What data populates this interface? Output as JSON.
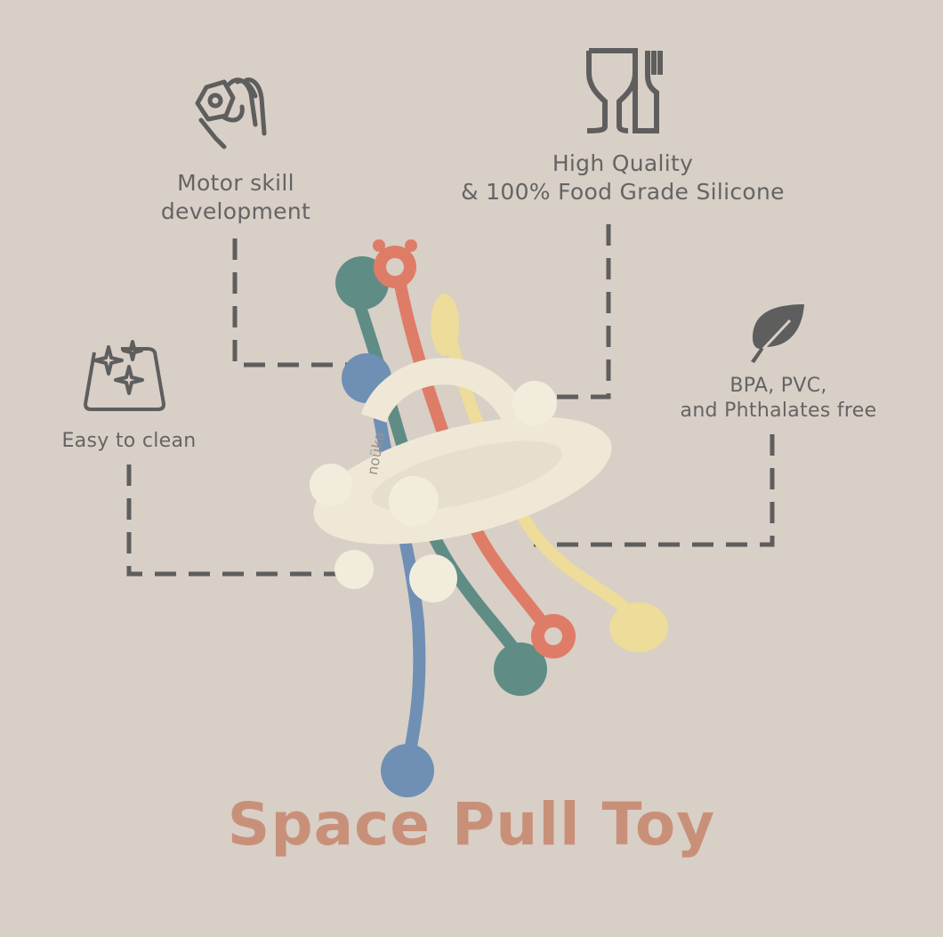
{
  "features": {
    "motor": {
      "label_line1": "Motor skill",
      "label_line2": "development",
      "icon": "hand-grip-icon"
    },
    "quality": {
      "label_line1": "High Quality",
      "label_line2": "& 100% Food Grade Silicone",
      "icon": "food-safe-glass-fork-icon"
    },
    "clean": {
      "label": "Easy to clean",
      "icon": "sparkle-clean-icon"
    },
    "bpa": {
      "label_line1": "BPA, PVC,",
      "label_line2": "and Phthalates free",
      "icon": "leaf-icon"
    }
  },
  "product": {
    "title": "Space Pull Toy",
    "brand_mark": "noüka"
  },
  "colors": {
    "background": "#d8cfc6",
    "text": "#646464",
    "title": "#c99079",
    "teal": "#5f8d86",
    "coral": "#df7c68",
    "yellow": "#eddc9a",
    "blue": "#6f8fb5",
    "cream": "#efe8d6"
  }
}
